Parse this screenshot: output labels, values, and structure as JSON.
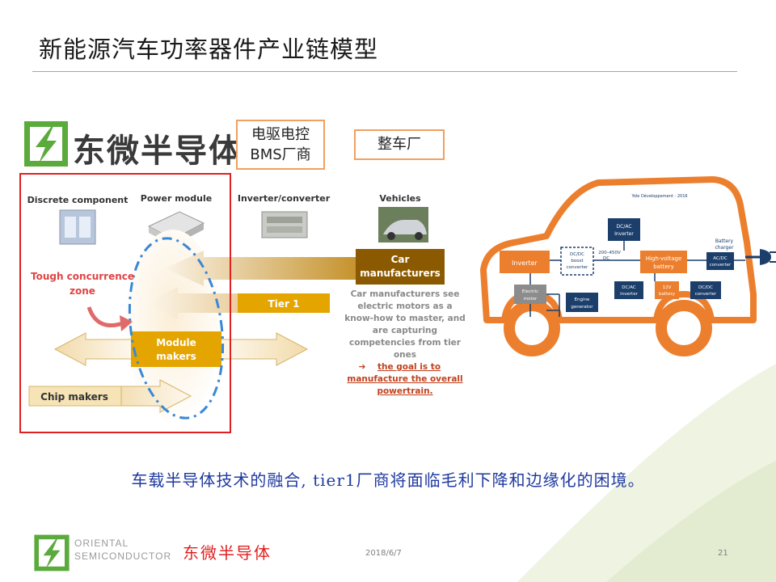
{
  "title": "新能源汽车功率器件产业链模型",
  "logo": {
    "brand_text": "东微半导体",
    "icon": "lightning-bolt-icon",
    "color": "#5aaa3c"
  },
  "boxes": {
    "motor_bms": [
      "电驱电控",
      "BMS厂商"
    ],
    "oem": "整车厂"
  },
  "chain": {
    "col_discrete": "Discrete component",
    "col_power": "Power module",
    "col_inverter": "Inverter/converter",
    "col_vehicles": "Vehicles",
    "car_manufacturers": [
      "Car",
      "manufacturers"
    ],
    "tier1": "Tier 1",
    "module_makers": [
      "Module",
      "makers"
    ],
    "chip_makers": "Chip makers",
    "tough_zone": [
      "Tough concurrence",
      "zone"
    ],
    "note": [
      "Car manufacturers see",
      "electric motors as a",
      "know-how to master, and",
      "are capturing",
      "competencies from tier",
      "ones"
    ],
    "goal": [
      "the goal is to",
      "manufacture the overall",
      "powertrain."
    ],
    "goal_arrow": "➔"
  },
  "ev": {
    "source": "Yole Développement - 2016",
    "inverter": "Inverter",
    "dcdc_boost": [
      "DC/DC",
      "boost",
      "converter"
    ],
    "voltage": [
      "200–450V",
      "DC"
    ],
    "dcac_top": [
      "DC/AC",
      "Inverter"
    ],
    "hv_battery": [
      "High-voltage",
      "battery"
    ],
    "battery_charger": [
      "Battery",
      "charger"
    ],
    "acdc": [
      "AC/DC",
      "converter"
    ],
    "electric_motor": [
      "Electric",
      "motor"
    ],
    "engine_generator": [
      "Engine",
      "generator"
    ],
    "dcac_bottom": [
      "DC/AC",
      "inverter"
    ],
    "v12": [
      "12V",
      "battery"
    ],
    "dcdc_bottom": [
      "DC/DC",
      "converter"
    ]
  },
  "caption": "车载半导体技术的融合, tier1厂商将面临毛利下降和边缘化的困境。",
  "footer": {
    "logo_line1": "ORIENTAL",
    "logo_line2": "SEMICONDUCTOR",
    "brand": "东微半导体",
    "date": "2018/6/7",
    "page": "21"
  }
}
